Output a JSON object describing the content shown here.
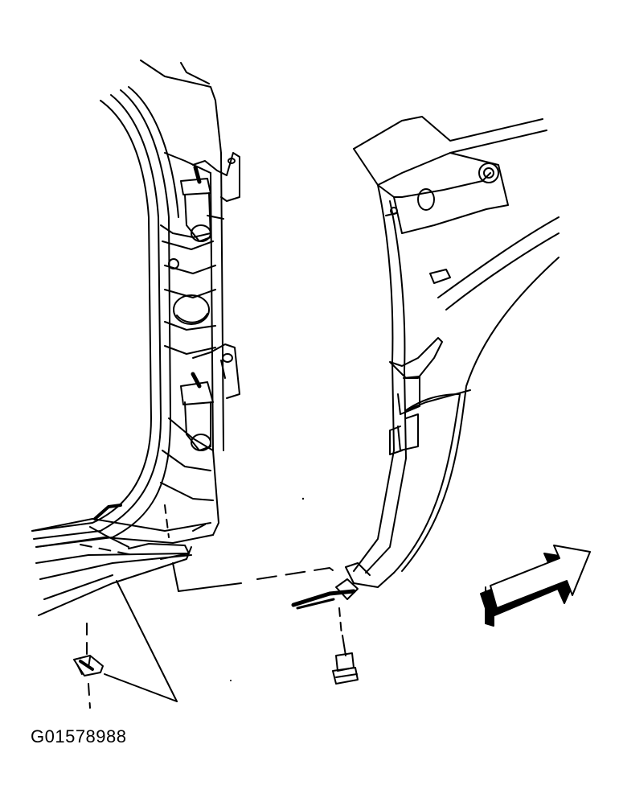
{
  "figure": {
    "code": "G01578988"
  },
  "colors": {
    "ink": "#000000",
    "paper": "#ffffff",
    "arrow_shadow": "#000000"
  },
  "parts": [
    "body-pillar-panel",
    "door-hinge-upper",
    "door-hinge-lower",
    "rocker-sill",
    "fender-panel",
    "retainer-clip",
    "fastener-bolt",
    "direction-arrow"
  ]
}
